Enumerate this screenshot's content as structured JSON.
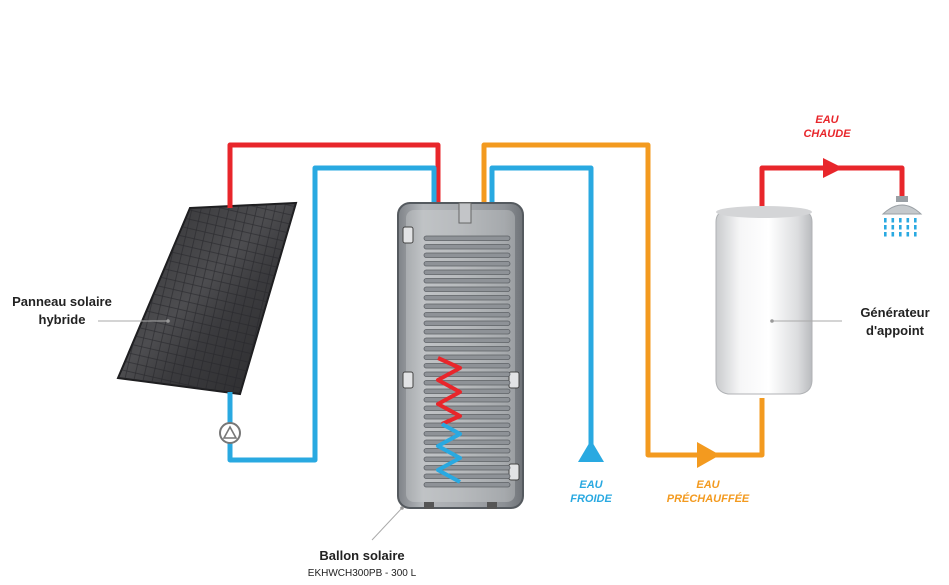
{
  "labels": {
    "panel_line1": "Panneau solaire",
    "panel_line2": "hybride",
    "tank_title": "Ballon solaire",
    "tank_model": "EKHWCH300PB - 300 L",
    "generator_line1": "Générateur",
    "generator_line2": "d'appoint",
    "hot_water_line1": "EAU",
    "hot_water_line2": "CHAUDE",
    "cold_water_line1": "EAU",
    "cold_water_line2": "FROIDE",
    "preheated_line1": "EAU",
    "preheated_line2": "PRÉCHAUFFÉE"
  },
  "colors": {
    "hot_pipe": "#e8262b",
    "cold_pipe": "#29a9e1",
    "preheated_pipe": "#f39a1f",
    "panel": "#3a3a3c",
    "tank_body": "#9a9ea3",
    "generator_body": "#e6e7e8"
  },
  "icons": [
    "solar-panel-icon",
    "pump-icon",
    "storage-tank-icon",
    "heater-icon",
    "shower-icon"
  ]
}
